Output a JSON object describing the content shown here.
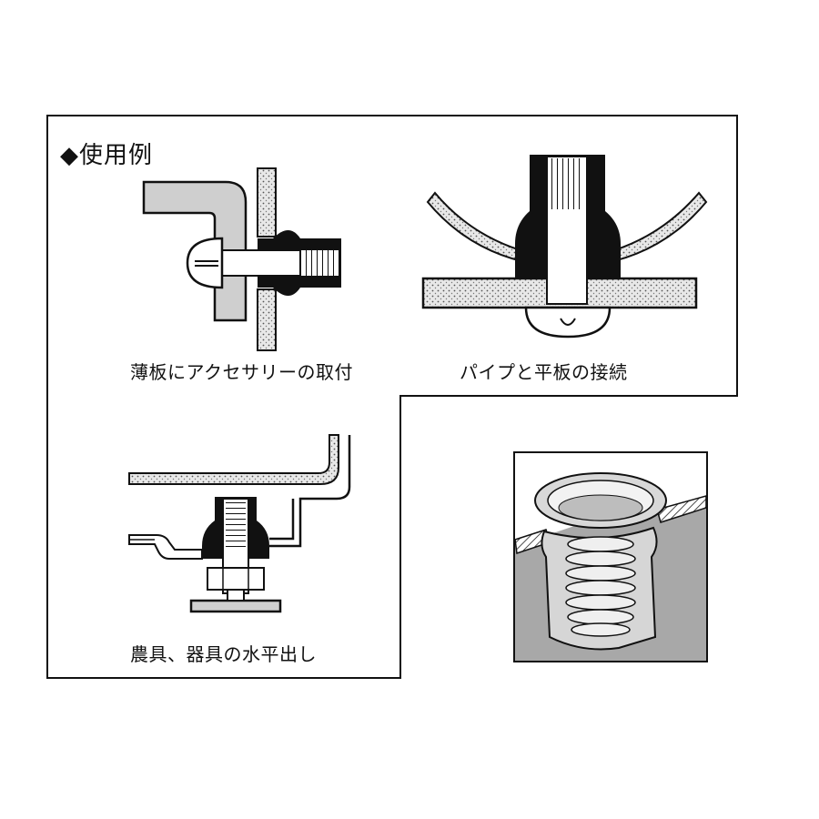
{
  "panel": {
    "heading": "◆使用例",
    "examples": [
      {
        "caption": "薄板にアクセサリーの取付",
        "icon": "bracket-on-sheet-icon"
      },
      {
        "caption": "パイプと平板の接続",
        "icon": "pipe-to-plate-icon"
      },
      {
        "caption": "農具、器具の水平出し",
        "icon": "leveling-foot-icon"
      }
    ]
  },
  "detail": {
    "icon": "rivet-nut-cutaway-icon"
  },
  "colors": {
    "line": "#111111",
    "sheet_fill": "#cfcfcf",
    "detail_bg": "#a8a8a8"
  }
}
